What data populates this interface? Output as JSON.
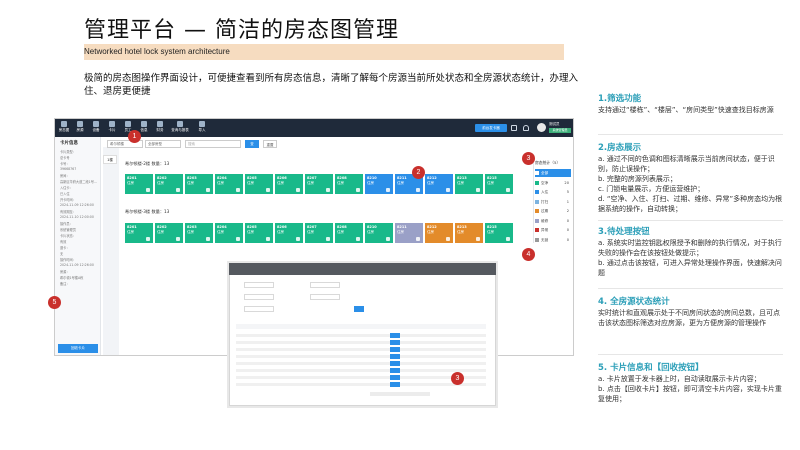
{
  "header": {
    "title": "管理平台 — 简洁的房态图管理",
    "subtitle": "Networked hotel lock system architecture",
    "description": "极简的房态图操作界面设计，可便捷查看到所有房态信息，清晰了解每个房源当前所处状态和全房源状态统计，办理入住、退房更便捷"
  },
  "app": {
    "nav": [
      "房态图",
      "房源",
      "设备",
      "卡片",
      "员工",
      "信息",
      "财务",
      "查询与报表",
      "导入"
    ],
    "top_button": "前台发卡器",
    "user": {
      "name": "测试员",
      "role": "系统管理员"
    },
    "left_panel": {
      "title": "卡片信息",
      "lines": [
        "卡片类型：",
        "总卡号",
        "卡号：",
        "39668767",
        "房间：",
        "高新区华府大道二段1号...",
        "入住卡：",
        "已入住",
        "开卡时间：",
        "2024-11-09 12:26:00",
        "有效期至：",
        "2024-11-10 12:00:00",
        "操作员：",
        "系统管理员",
        "卡片状态：",
        "有效",
        "退卡：",
        "无",
        "操作时间：",
        "2024-11-09 12:26:00",
        "房源：",
        "希尔顿1号楼A栋",
        "备注："
      ],
      "recycle_button": "回收卡片"
    },
    "tabs": [
      "1楼"
    ],
    "filters": {
      "building": "希尔顿楼",
      "room_type": "全部房型",
      "search_placeholder": "搜索",
      "query": "查",
      "reset": "重置"
    },
    "floor_groups": [
      {
        "title": "希尔顿楼-2楼  数量：13"
      },
      {
        "title": "希尔顿楼-3楼  数量：13"
      }
    ],
    "rooms_row1": [
      {
        "no": "8201",
        "status": "住房"
      },
      {
        "no": "8202",
        "status": "住房"
      },
      {
        "no": "8203",
        "status": "住房"
      },
      {
        "no": "8204",
        "status": "住房"
      },
      {
        "no": "8205",
        "status": "住房"
      },
      {
        "no": "8206",
        "status": "住房"
      },
      {
        "no": "8207",
        "status": "住房"
      },
      {
        "no": "8208",
        "status": "住房"
      },
      {
        "no": "8210",
        "status": "住房"
      },
      {
        "no": "8211",
        "status": "住房"
      },
      {
        "no": "8212",
        "status": "住房"
      },
      {
        "no": "8213",
        "status": "住房"
      },
      {
        "no": "8215",
        "status": "住房"
      }
    ],
    "rooms_row2": [
      {
        "no": "8201",
        "status": "住房"
      },
      {
        "no": "8202",
        "status": "住房"
      },
      {
        "no": "8203",
        "status": "住房"
      },
      {
        "no": "8204",
        "status": "住房"
      },
      {
        "no": "8205",
        "status": "住房"
      },
      {
        "no": "8206",
        "status": "住房"
      },
      {
        "no": "8207",
        "status": "住房"
      },
      {
        "no": "8208",
        "status": "住房"
      },
      {
        "no": "8210",
        "status": "住房"
      },
      {
        "no": "8211",
        "status": "住房"
      },
      {
        "no": "8212",
        "status": "住房"
      },
      {
        "no": "8213",
        "status": "住房"
      },
      {
        "no": "8215",
        "status": "住房"
      }
    ],
    "stats": {
      "head": "房态统计（5）",
      "rows": [
        {
          "label": "全部",
          "count": "",
          "color": "#2b8fe8"
        },
        {
          "label": "空净",
          "count": "20",
          "color": "#19b98a"
        },
        {
          "label": "入住",
          "count": "5",
          "color": "#2b8fe8"
        },
        {
          "label": "打扫",
          "count": "1",
          "color": "#7bb3e0"
        },
        {
          "label": "过期",
          "count": "2",
          "color": "#e38b2a"
        },
        {
          "label": "维修",
          "count": "0",
          "color": "#9aa0c7"
        },
        {
          "label": "异常",
          "count": "0",
          "color": "#c9302c"
        },
        {
          "label": "无锁",
          "count": "0",
          "color": "#999999"
        }
      ]
    }
  },
  "markers": [
    "1",
    "2",
    "3",
    "4",
    "5",
    "3"
  ],
  "features": [
    {
      "heading": "1.筛选功能",
      "text": "支持通过“楼栋”、“楼层”、“房间类型”快速查找目标房源"
    },
    {
      "heading": "2.房态展示",
      "text": "a. 通过不同的色调和图标清晰展示当前房间状态，便于识别，防止误操作；\nb. 完整的房源列表展示；\nc. 门锁电量展示，方便运营维护；\nd. “空净、入住、打扫、过期、维修、异常”多种房态均为根据系统的操作，自动转换；"
    },
    {
      "heading": "3.待处理按钮",
      "text": "a. 系统实时监控钥匙权限授予和删除的执行情况，对于执行失败的操作会在该按钮处做提示；\nb. 通过点击该按钮，可进入异常处理操作界面，快速解决问题"
    },
    {
      "heading": "4. 全房源状态统计",
      "text": "实时统计和直观展示处于不同房间状态的房间总数，且可点击该状态图标筛选对应房源，更为方便房源的管理操作"
    },
    {
      "heading": "5. 卡片信息和【回收按钮】",
      "text": "a. 卡片放置于发卡器上时，自动读取展示卡片内容；\nb. 点击【回收卡片】按钮，即可清空卡片内容，实现卡片重复使用；"
    }
  ]
}
